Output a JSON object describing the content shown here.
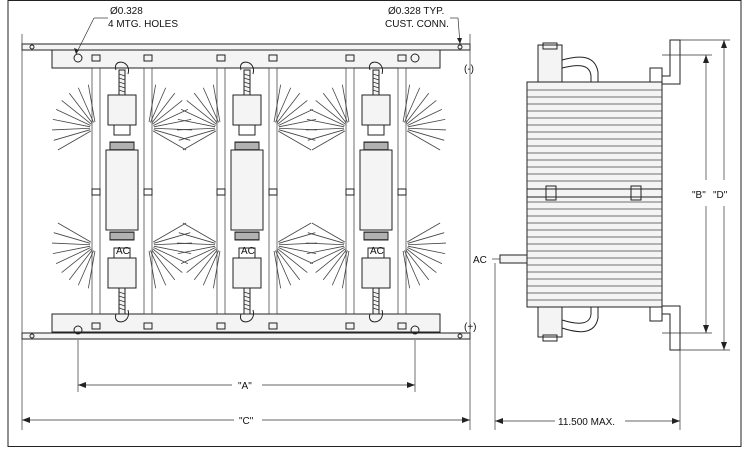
{
  "labels": {
    "mtg_holes_dia": "Ø0.328",
    "mtg_holes_desc": "4 MTG. HOLES",
    "conn_dia": "Ø0.328 TYP.",
    "conn_desc": "CUST. CONN.",
    "neg_terminal": "(-)",
    "pos_terminal": "(+)",
    "ac_labels": [
      "AC",
      "AC",
      "AC"
    ],
    "side_ac": "AC",
    "dim_a": "\"A\"",
    "dim_c": "\"C\"",
    "dim_b": "\"B\"",
    "dim_d": "\"D\"",
    "side_depth": "11.500 MAX."
  },
  "colors": {
    "line": "#222222",
    "background": "#ffffff"
  }
}
